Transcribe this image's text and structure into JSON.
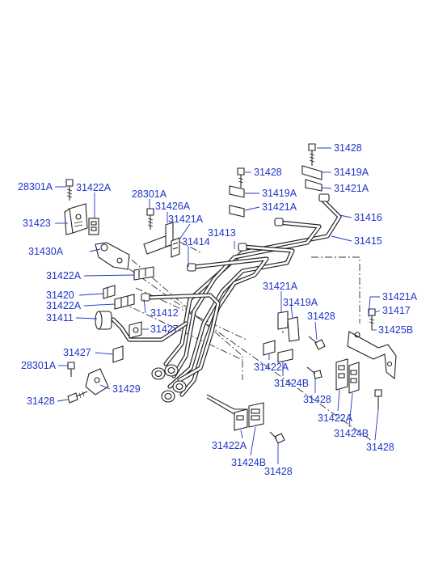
{
  "diagram": {
    "callouts": [
      {
        "id": "c1",
        "text": "31428"
      },
      {
        "id": "c2",
        "text": "31428"
      },
      {
        "id": "c3",
        "text": "31419A"
      },
      {
        "id": "c4",
        "text": "28301A"
      },
      {
        "id": "c5",
        "text": "31422A"
      },
      {
        "id": "c6",
        "text": "28301A"
      },
      {
        "id": "c7",
        "text": "31419A"
      },
      {
        "id": "c8",
        "text": "31421A"
      },
      {
        "id": "c9",
        "text": "31426A"
      },
      {
        "id": "c10",
        "text": "31421A"
      },
      {
        "id": "c11",
        "text": "31416"
      },
      {
        "id": "c12",
        "text": "31423"
      },
      {
        "id": "c13",
        "text": "31421A"
      },
      {
        "id": "c14",
        "text": "31413"
      },
      {
        "id": "c15",
        "text": "31414"
      },
      {
        "id": "c16",
        "text": "31415"
      },
      {
        "id": "c17",
        "text": "31430A"
      },
      {
        "id": "c18",
        "text": "31422A"
      },
      {
        "id": "c19",
        "text": "31421A"
      },
      {
        "id": "c20",
        "text": "31420"
      },
      {
        "id": "c21",
        "text": "31421A"
      },
      {
        "id": "c22",
        "text": "31422A"
      },
      {
        "id": "c23",
        "text": "31419A"
      },
      {
        "id": "c24",
        "text": "31417"
      },
      {
        "id": "c25",
        "text": "31412"
      },
      {
        "id": "c26",
        "text": "31428"
      },
      {
        "id": "c27",
        "text": "31411"
      },
      {
        "id": "c28",
        "text": "31425B"
      },
      {
        "id": "c29",
        "text": "31427"
      },
      {
        "id": "c30",
        "text": "31427"
      },
      {
        "id": "c31",
        "text": "31422A"
      },
      {
        "id": "c32",
        "text": "28301A"
      },
      {
        "id": "c33",
        "text": "31424B"
      },
      {
        "id": "c34",
        "text": "31429"
      },
      {
        "id": "c35",
        "text": "31428"
      },
      {
        "id": "c36",
        "text": "31428"
      },
      {
        "id": "c37",
        "text": "31422A"
      },
      {
        "id": "c38",
        "text": "31424B"
      },
      {
        "id": "c39",
        "text": "31422A"
      },
      {
        "id": "c40",
        "text": "31428"
      },
      {
        "id": "c41",
        "text": "31424B"
      },
      {
        "id": "c42",
        "text": "31428"
      }
    ],
    "colors": {
      "label": "#1f35c8",
      "line": "#222222",
      "background": "#ffffff"
    }
  }
}
